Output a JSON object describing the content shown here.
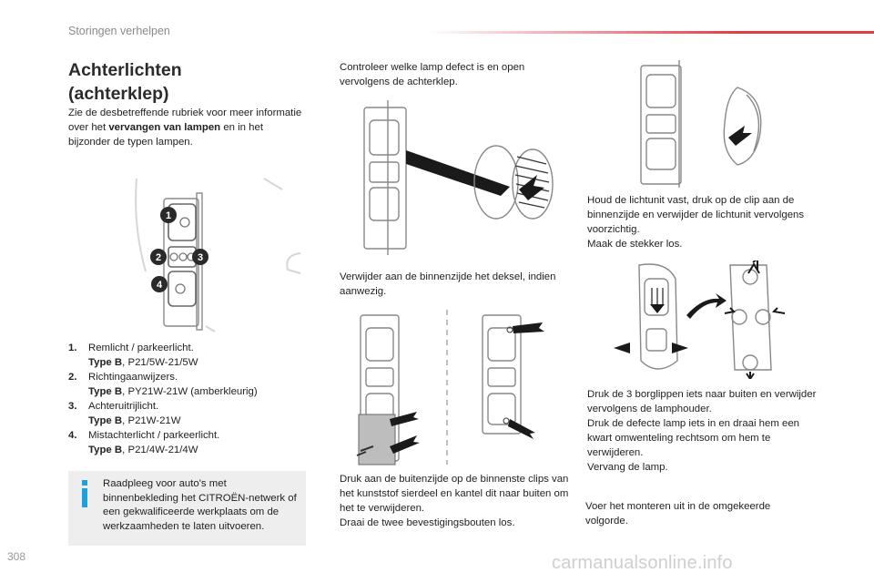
{
  "header": {
    "section": "Storingen verhelpen"
  },
  "title": {
    "line1": "Achterlichten",
    "line2": "(achterklep)"
  },
  "intro": {
    "before": "Zie de desbetreffende rubriek voor meer informatie over het ",
    "bold": "vervangen van lampen",
    "after": " en in het bijzonder de typen lampen."
  },
  "lamps": [
    {
      "num": "1.",
      "name": "Remlicht / parkeerlicht.",
      "type_label": "Type B",
      "type_value": ", P21/5W-21/5W"
    },
    {
      "num": "2.",
      "name": "Richtingaanwijzers.",
      "type_label": "Type B",
      "type_value": ", PY21W-21W (amberkleurig)"
    },
    {
      "num": "3.",
      "name": "Achteruitrijlicht.",
      "type_label": "Type B",
      "type_value": ", P21W-21W"
    },
    {
      "num": "4.",
      "name": "Mistachterlicht / parkeerlicht.",
      "type_label": "Type B",
      "type_value": ", P21/4W-21/4W"
    }
  ],
  "info_box": {
    "text": "Raadpleeg voor auto's met binnenbekleding het CITROËN-netwerk of een gekwalificeerde werkplaats om de werkzaamheden te laten uitvoeren."
  },
  "steps": {
    "col2_top": {
      "mark": "",
      "text": "Controleer welke lamp defect is en open vervolgens de achterklep."
    },
    "col2_mid": {
      "mark": "",
      "text": "Verwijder aan de binnenzijde het deksel, indien aanwezig."
    },
    "col2_bottom_1": {
      "mark": "",
      "text": "Druk aan de buitenzijde op de binnenste clips van het kunststof sierdeel en kantel dit naar buiten om het te verwijderen."
    },
    "col2_bottom_2": {
      "mark": "",
      "text": "Draai de twee bevestigingsbouten los."
    },
    "col3_top_1": {
      "mark": "",
      "text": "Houd de lichtunit vast, druk op de clip aan de binnenzijde en verwijder de lichtunit vervolgens voorzichtig."
    },
    "col3_top_2": {
      "mark": "",
      "text": "Maak de stekker los."
    },
    "col3_mid_1": {
      "mark": "",
      "text": "Druk de 3 borglippen iets naar buiten en verwijder vervolgens de lamphouder."
    },
    "col3_mid_2": {
      "mark": "",
      "text": "Druk de defecte lamp iets in en draai hem een kwart omwenteling rechtsom om hem te verwijderen."
    },
    "col3_mid_3": {
      "mark": "",
      "text": "Vervang de lamp."
    }
  },
  "closing": {
    "text": "Voer het monteren uit in de omgekeerde volgorde."
  },
  "diagram_labels": {
    "n1": "1",
    "n2": "2",
    "n3": "3",
    "n4": "4"
  },
  "page_number": "308",
  "watermark": "carmanualsonline.info",
  "colors": {
    "accent_red": "#e23a47",
    "info_blue": "#1ea0d9",
    "badge_dark": "#2a2a2a"
  }
}
